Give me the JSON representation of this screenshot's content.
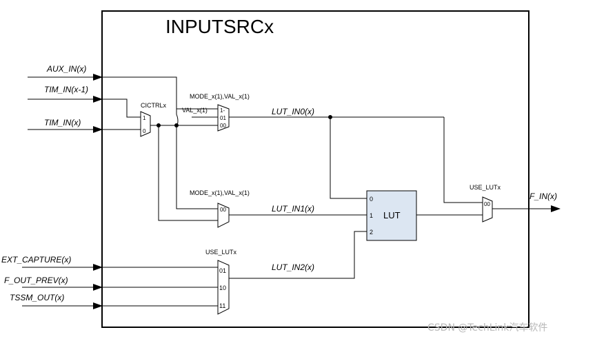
{
  "block": {
    "title": "INPUTSRCx"
  },
  "inputs": {
    "aux_in": "AUX_IN(x)",
    "tim_in_prev": "TIM_IN(x-1)",
    "tim_in": "TIM_IN(x)",
    "ext_capture": "EXT_CAPTURE(x)",
    "f_out_prev": "F_OUT_PREV(x)",
    "tssm_out": "TSSM_OUT(x)"
  },
  "output": {
    "f_in": "F_IN(x)"
  },
  "mux_cictrl": {
    "label": "CICTRLx",
    "port_1": "1",
    "port_0": "0"
  },
  "mux_lut_in0": {
    "select": "MODE_x(1),VAL_x(1)",
    "val_label": "VAL_x(1)",
    "port_1": "1-",
    "port_01": "01",
    "port_00": "00"
  },
  "mux_lut_in1": {
    "select": "MODE_x(1),VAL_x(1)",
    "port_00": "00"
  },
  "mux_lut_in2": {
    "select": "USE_LUTx",
    "port_01": "01",
    "port_10": "10",
    "port_11": "11"
  },
  "mux_out": {
    "select": "USE_LUTx",
    "port_00": "00"
  },
  "signals": {
    "lut_in0": "LUT_IN0(x)",
    "lut_in1": "LUT_IN1(x)",
    "lut_in2": "LUT_IN2(x)"
  },
  "lut": {
    "label": "LUT",
    "port_0": "0",
    "port_1": "1",
    "port_2": "2"
  },
  "watermark": "CSDN @TechLink汽车软件"
}
